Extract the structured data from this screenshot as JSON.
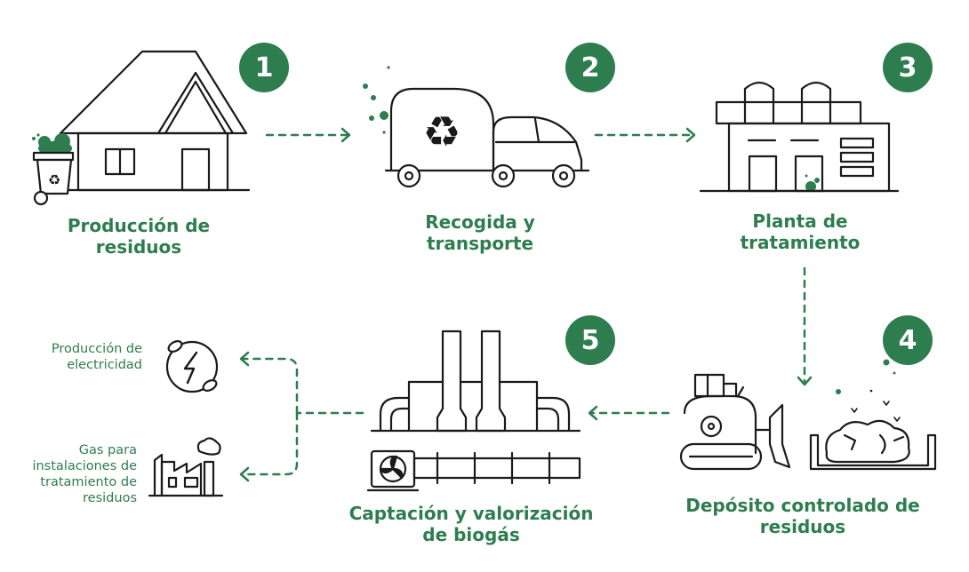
{
  "steps": [
    {
      "number": "1",
      "line1": "Producción de",
      "line2": "residuos"
    },
    {
      "number": "2",
      "line1": "Recogida y",
      "line2": "transporte"
    },
    {
      "number": "3",
      "line1": "Planta de",
      "line2": "tratamiento"
    },
    {
      "number": "4",
      "line1": "Depósito controlado de",
      "line2": "residuos"
    },
    {
      "number": "5",
      "line1": "Captación y valorización",
      "line2": "de biogás"
    }
  ],
  "outputs": {
    "electricity": {
      "line1": "Producción de",
      "line2": "electricidad"
    },
    "gas": {
      "line1": "Gas para",
      "line2": "instalaciones de",
      "line3": "tratamiento de",
      "line4": "residuos"
    }
  },
  "colors": {
    "accent": "#2e7d4f",
    "ink": "#1a1a1a"
  }
}
